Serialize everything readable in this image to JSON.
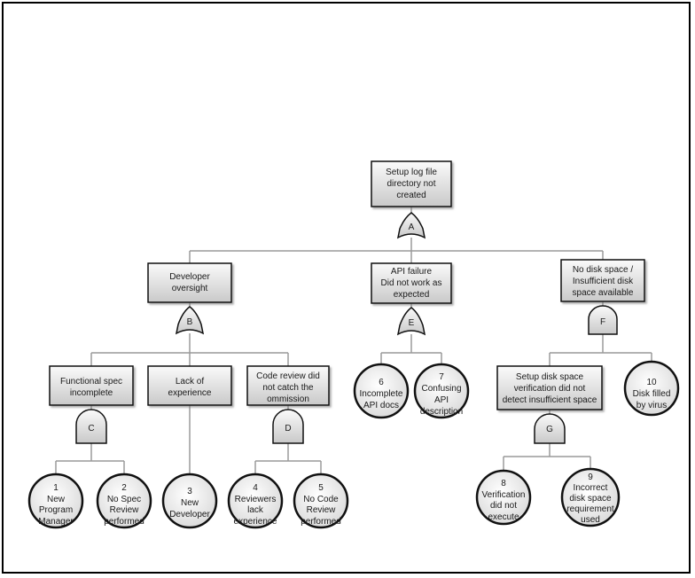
{
  "events": {
    "top": [
      "Setup log file",
      "directory not",
      "created"
    ],
    "b": [
      "Developer",
      "oversight"
    ],
    "e": [
      "API failure",
      "Did not work as",
      "expected"
    ],
    "f": [
      "No disk space /",
      "Insufficient disk",
      "space available"
    ],
    "c": [
      "Functional spec",
      "incomplete"
    ],
    "lack": [
      "Lack of",
      "experience"
    ],
    "d": [
      "Code review did",
      "not catch the",
      "ommission"
    ],
    "g": [
      "Setup disk space",
      "verification did not",
      "detect insufficient space"
    ]
  },
  "gates": {
    "a": "A",
    "b": "B",
    "c": "C",
    "d": "D",
    "e": "E",
    "f": "F",
    "g": "G"
  },
  "basic_events": {
    "b1": [
      "1",
      "New",
      "Program",
      "Manager"
    ],
    "b2": [
      "2",
      "No Spec",
      "Review",
      "performed"
    ],
    "b3": [
      "3",
      "New",
      "Developer"
    ],
    "b4": [
      "4",
      "Reviewers",
      "lack",
      "experience"
    ],
    "b5": [
      "5",
      "No Code",
      "Review",
      "performed"
    ],
    "b6": [
      "6",
      "Incomplete",
      "API docs"
    ],
    "b7": [
      "7",
      "Confusing",
      "API",
      "description"
    ],
    "b8": [
      "8",
      "Verification",
      "did not",
      "execute"
    ],
    "b9": [
      "9",
      "Incorrect",
      "disk space",
      "requirement",
      "used"
    ],
    "b10": [
      "10",
      "Disk filled",
      "by virus"
    ]
  }
}
